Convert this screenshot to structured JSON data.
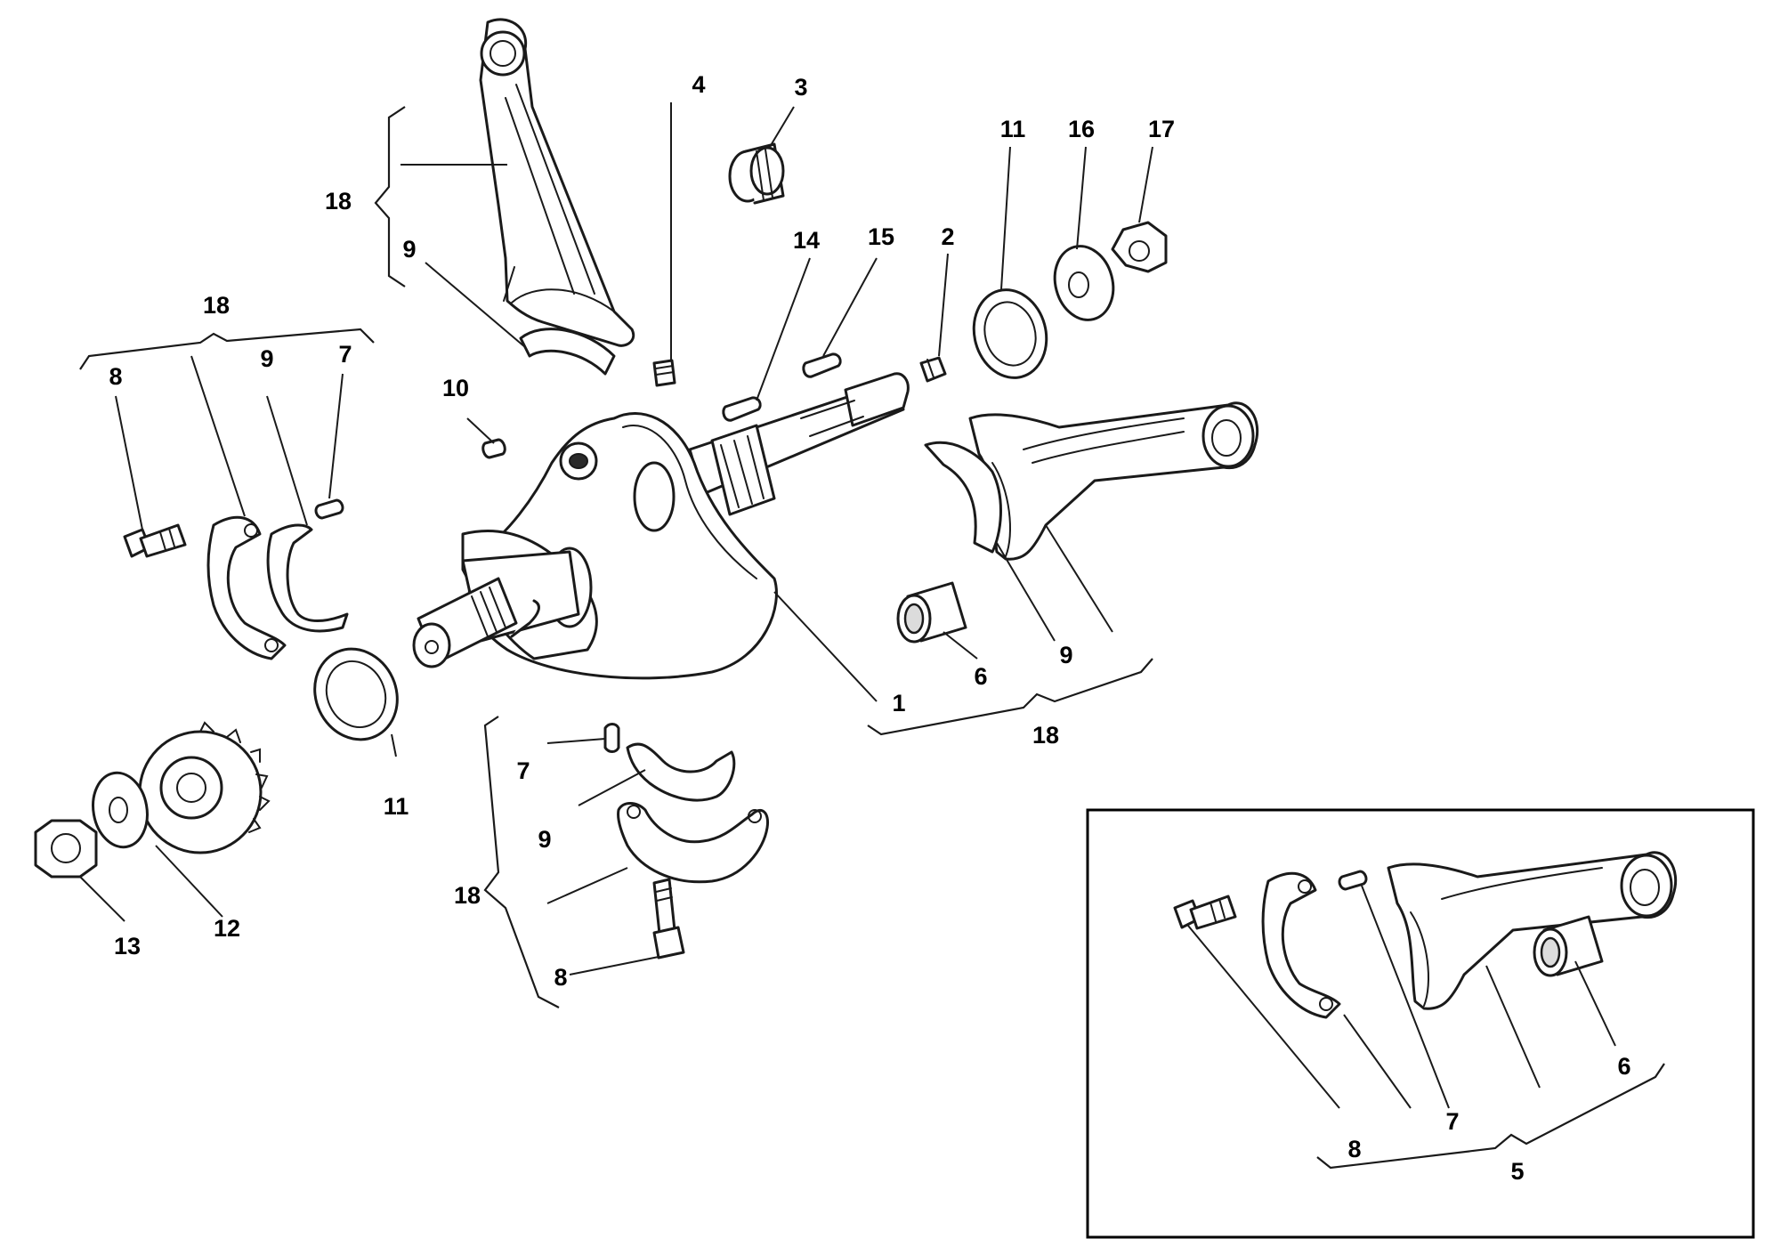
{
  "callouts": {
    "c_18_top": "18",
    "c_9_top": "9",
    "c_4": "4",
    "c_3": "3",
    "c_14": "14",
    "c_15": "15",
    "c_2": "2",
    "c_11_top": "11",
    "c_16": "16",
    "c_17": "17",
    "c_18_left": "18",
    "c_8_left": "8",
    "c_9_left": "9",
    "c_7_left": "7",
    "c_10": "10",
    "c_1": "1",
    "c_6_main": "6",
    "c_9_right": "9",
    "c_18_right": "18",
    "c_11_bottom": "11",
    "c_7_bottom": "7",
    "c_9_bottom": "9",
    "c_18_bottom": "18",
    "c_8_bottom": "8",
    "c_13": "13",
    "c_12": "12",
    "c_8_inset": "8",
    "c_7_inset": "7",
    "c_6_inset": "6",
    "c_5": "5"
  },
  "icons": {
    "connecting_rod": "connecting-rod-icon",
    "crankshaft": "crankshaft-icon",
    "gear": "gear-icon",
    "nut": "hex-nut-icon",
    "washer": "washer-icon",
    "bolt": "bolt-icon",
    "bearing_shell": "bearing-shell-icon",
    "seal": "oil-seal-icon",
    "bushing": "bushing-icon"
  },
  "colors": {
    "line": "#1a1a1a",
    "background": "#ffffff",
    "shade": "#dcdcdc"
  }
}
